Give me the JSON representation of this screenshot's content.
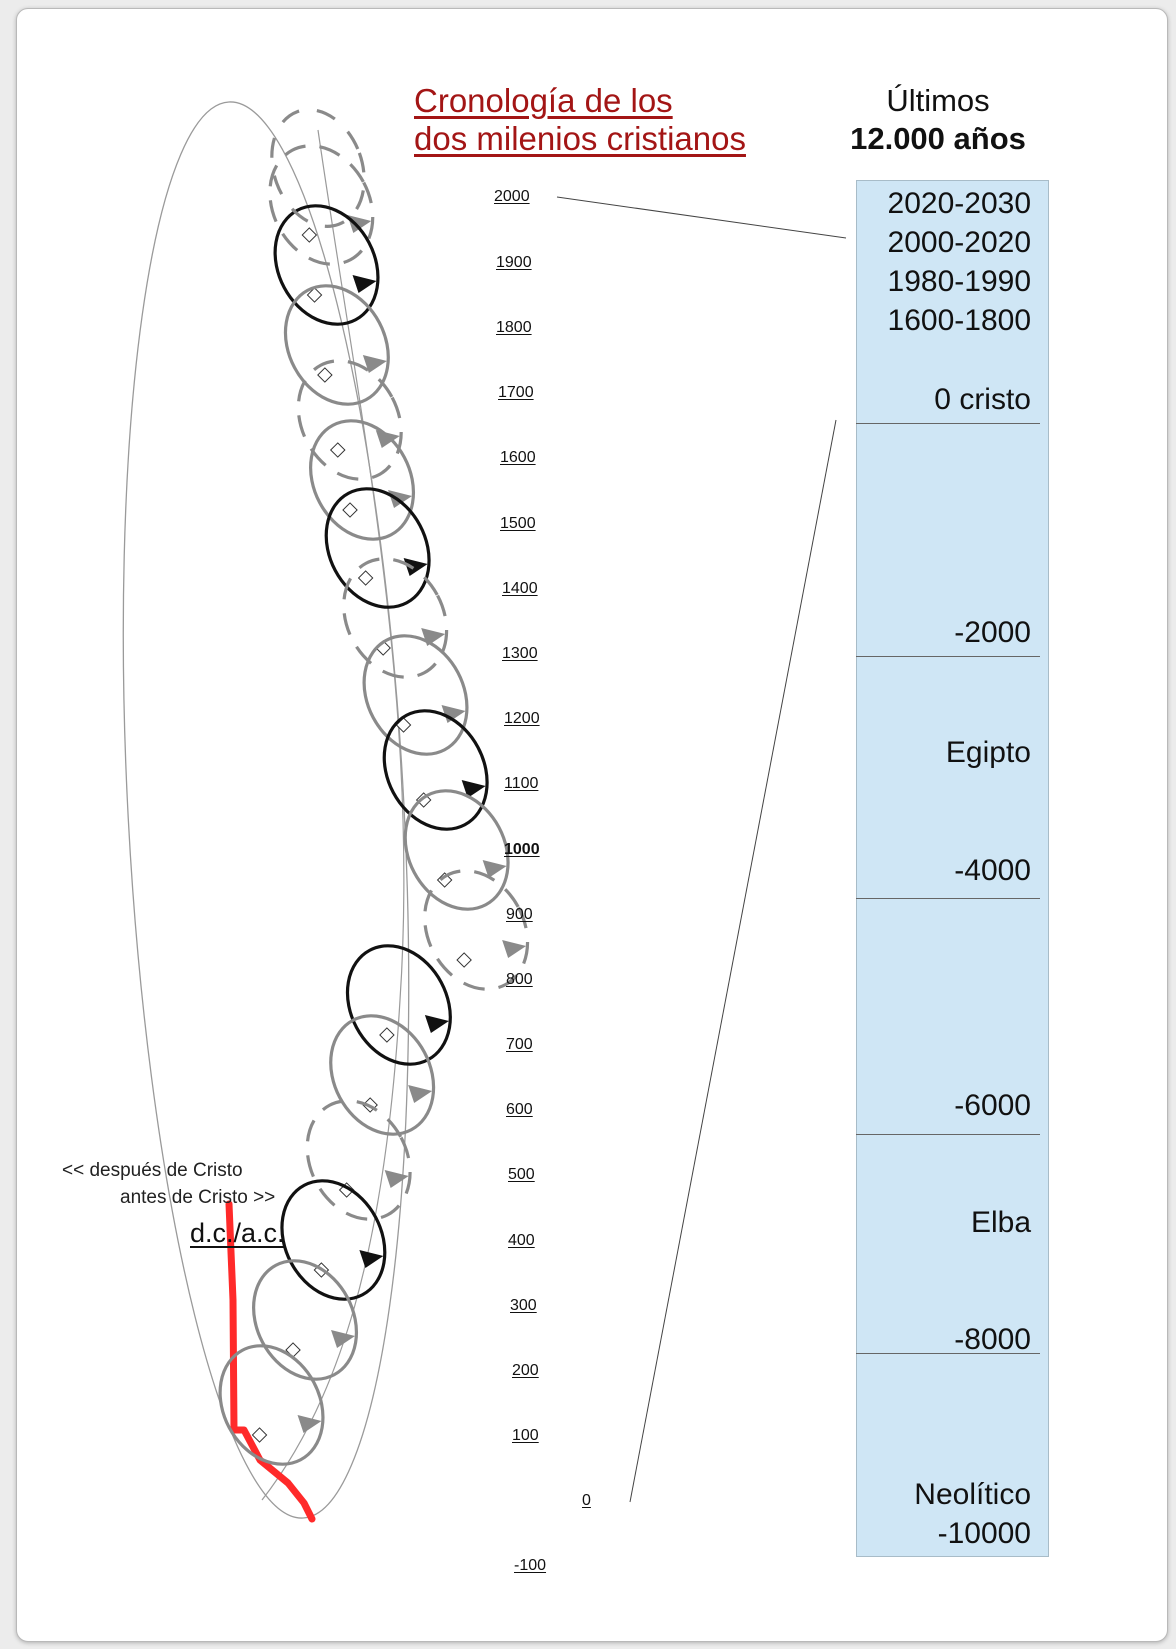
{
  "title": {
    "line1": "Cronología de los ",
    "line2": "dos milenios cristianos",
    "color": "#a31515"
  },
  "panel": {
    "heading1": "Últimos",
    "heading2": "12.000 años",
    "box_color": "#cfe6f5",
    "labels": {
      "l1": "2020-2030",
      "l2": "2000-2020",
      "l3": "1980-1990",
      "l4": "1600-1800",
      "l5": "0 cristo",
      "l6": "-2000",
      "l7": "Egipto",
      "l8": "-4000",
      "l9": "-6000",
      "l10": "Elba",
      "l11": "-8000",
      "l12": "Neolítico",
      "l13": "-10000"
    }
  },
  "axis": {
    "ticks": [
      "2000",
      "1900",
      "1800",
      "1700",
      "1600",
      "1500",
      "1400",
      "1300",
      "1200",
      "1100",
      "1000",
      "900",
      "800",
      "700",
      "600",
      "500",
      "400",
      "300",
      "200",
      "100",
      "0",
      "-100"
    ]
  },
  "legend": {
    "line1": "<< después de Cristo",
    "line2": "antes de Cristo >>",
    "line3": "d.c./a.c."
  },
  "colors": {
    "loop_gray": "#8a8a8a",
    "loop_black": "#111111",
    "red_path": "#ff2a2a"
  }
}
